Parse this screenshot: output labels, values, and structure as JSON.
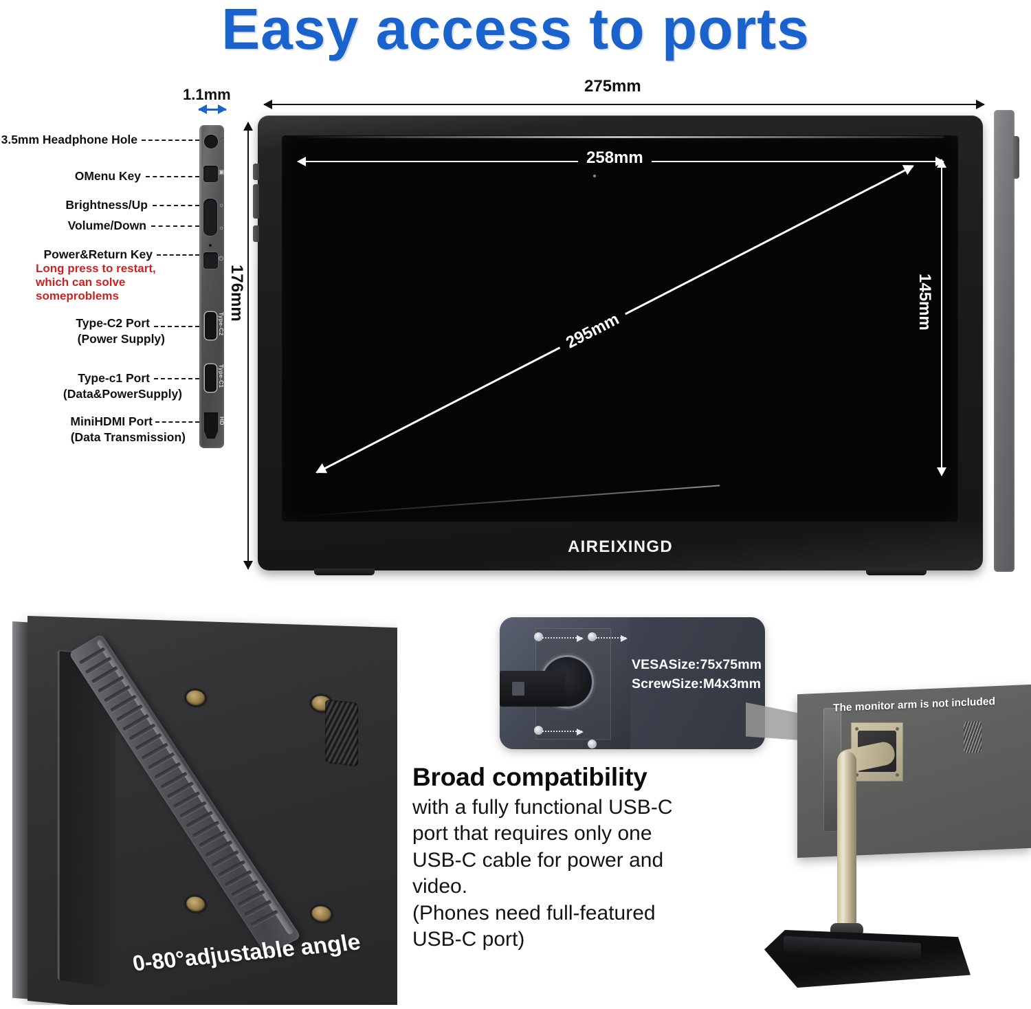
{
  "colors": {
    "title_blue": "#1a63cc",
    "warning_red": "#cc2222",
    "text_black": "#111111",
    "panel_white": "#ffffff"
  },
  "header": {
    "title": "Easy access to ports"
  },
  "dimensions": {
    "thickness": "1.1mm",
    "outer_width": "275mm",
    "panel_width": "258mm",
    "outer_height": "176mm",
    "panel_height": "145mm",
    "diagonal": "295mm"
  },
  "ports": [
    {
      "label": "3.5mm Headphone Hole",
      "icon": "headphone-jack-icon",
      "sublabel": ""
    },
    {
      "label": "OMenu Key",
      "icon": "menu-key-icon",
      "sublabel": ""
    },
    {
      "label": "Brightness/Up",
      "icon": "brightness-up-icon",
      "sublabel": ""
    },
    {
      "label": "Volume/Down",
      "icon": "volume-down-icon",
      "sublabel": ""
    },
    {
      "label": "Power&Return Key",
      "icon": "power-return-icon",
      "sublabel": ""
    },
    {
      "label": "Type-C2 Port",
      "icon": "usb-c-icon",
      "sublabel": "(Power Supply)"
    },
    {
      "label": "Type-c1 Port",
      "icon": "usb-c-icon",
      "sublabel": "(Data&PowerSupply)"
    },
    {
      "label": "MiniHDMI Port",
      "icon": "hdmi-icon",
      "sublabel": "(Data Transmission)"
    }
  ],
  "port_silk": {
    "type_c2": "Type-C2",
    "type_c1": "Type-C1",
    "hdmi": "HD"
  },
  "warning": {
    "line1": "Long press to restart,",
    "line2": "which can solve",
    "line3": "someproblems"
  },
  "monitor": {
    "brand": "AIREIXINGD"
  },
  "back_view": {
    "angle_text": "0-80°adjustable angle"
  },
  "vesa_card": {
    "line1": "VESASize:75x75mm",
    "line2": "ScrewSize:M4x3mm"
  },
  "compatibility": {
    "heading": "Broad compatibility",
    "body_lines": [
      "with a fully functional USB-C",
      "port that requires only one",
      "USB-C cable for power and",
      "video.",
      "(Phones need full-featured",
      "USB-C port)"
    ]
  },
  "arm_scene": {
    "note": "The monitor arm is not included"
  }
}
